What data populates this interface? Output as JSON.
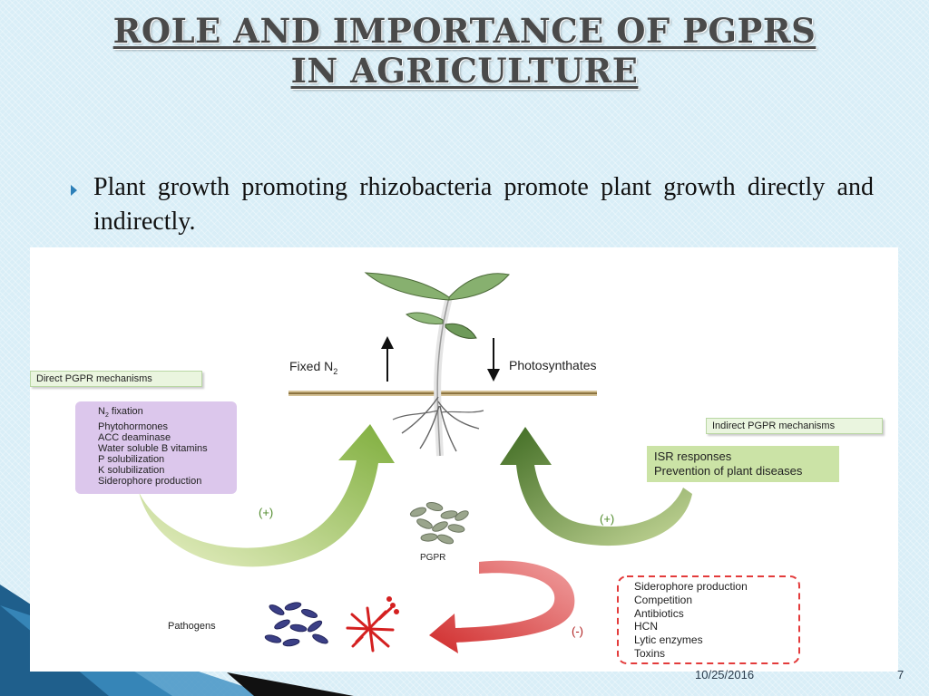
{
  "title": "ROLE AND IMPORTANCE OF PGPRS IN AGRICULTURE",
  "bullet": "Plant growth promoting rhizobacteria promote plant growth directly and indirectly.",
  "diagram": {
    "fixed_n": "Fixed N",
    "fixed_n_sub": "2",
    "photosynthates": "Photosynthates",
    "direct_header": "Direct PGPR mechanisms",
    "direct_items": [
      "N",
      "Phytohormones",
      "ACC deaminase",
      "Water soluble B vitamins",
      "P solubilization",
      "K solubilization",
      "Siderophore production"
    ],
    "direct_n_sub": "2",
    "direct_n_rest": " fixation",
    "indirect_header": "Indirect PGPR mechanisms",
    "indirect_items": [
      "ISR responses",
      "Prevention of plant diseases"
    ],
    "plus_left": "(+)",
    "plus_right": "(+)",
    "minus": "(-)",
    "pgpr_label": "PGPR",
    "pathogens_label": "Pathogens",
    "antagonism_items": [
      "Siderophore production",
      "Competition",
      "Antibiotics",
      "HCN",
      "Lytic enzymes",
      "Toxins"
    ]
  },
  "colors": {
    "title_text": "#4a4a4a",
    "bullet_marker": "#2c7fb8",
    "direct_box": "#dcc7ec",
    "isr_box": "#cbe3a6",
    "green_arrow": "#8fb84c",
    "dark_green_arrow": "#4f7a2c",
    "red_arrow": "#d63a3a",
    "dashed_border": "#e33b3b"
  },
  "footer": {
    "date": "10/25/2016",
    "page": "7"
  }
}
